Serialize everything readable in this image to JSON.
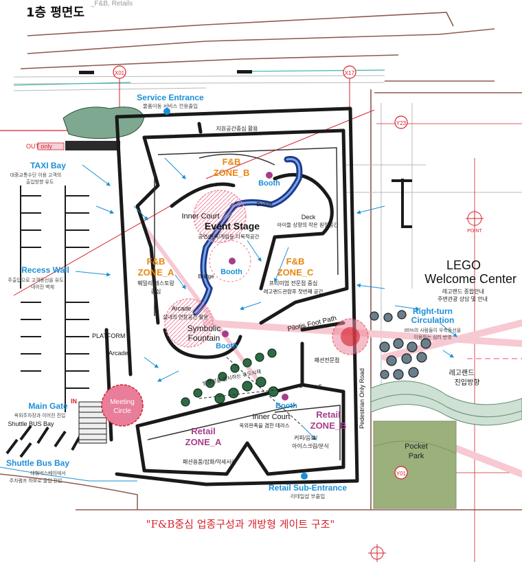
{
  "header": {
    "title": "1층 평면도",
    "subtitle": "_F&B, Retails"
  },
  "grid_markers": [
    "X01",
    "X17",
    "Y23",
    "Y01"
  ],
  "point_label": "POINT",
  "entrances": {
    "service": {
      "label": "Service Entrance",
      "sub": "물품이동 서비스 전용출입"
    },
    "retail_sub": {
      "label": "Retail Sub-Entrance",
      "sub": "리테일샵 부출입"
    },
    "out_only": "OUT only",
    "in": "IN"
  },
  "left": {
    "taxi_bay": {
      "label": "TAXI Bay",
      "sub1": "대중교통수단 이용 고객의",
      "sub2": "출입방향 유도"
    },
    "recess_wall": {
      "label": "Recess Wall",
      "sub1": "주출입으로 고객동선을 유도",
      "sub2": "내어진 벽체"
    },
    "platform": "PLATFORM",
    "arcade": "Arcade",
    "main_gate": {
      "label": "Main Gate",
      "sub": "옥외주차장과 이어진 진입"
    },
    "shuttle_small": "Shuttle BUS Bay",
    "shuttle_bay": {
      "label": "Shuttle Bus Bay",
      "sub1": "대형버스베이에서",
      "sub2": "주차램프 하부로 출입 진입"
    }
  },
  "zones": {
    "fb_b": {
      "line1": "F&B",
      "line2": "ZONE_B"
    },
    "fb_a": {
      "line1": "F&B",
      "line2": "ZONE_A",
      "sub1": "훼밀리 레스토랑",
      "sub2": "중심"
    },
    "fb_c": {
      "line1": "F&B",
      "line2": "ZONE_C",
      "sub1": "프리미엄 전문점 중심",
      "sub2": "레고랜드관람후 첫번째 공간"
    },
    "retail_a": {
      "line1": "Retail",
      "line2": "ZONE_A",
      "sub": "패션용품/잡화/악세서리"
    },
    "retail_b": {
      "line1": "Retail",
      "line2": "ZONE_B",
      "sub1": "커피/음료/",
      "sub2": "아이스크림/분식"
    }
  },
  "spaces": {
    "top_note": "지원공간중심 활용",
    "inner_court_top": "Inner Court",
    "event_stage": {
      "label": "Event Stage",
      "sub": "공연/판촉/게임등 다목적공간"
    },
    "deck": {
      "label": "Deck",
      "sub": "아이들 상향의 작은 원형공간"
    },
    "bridge": "Bridge",
    "arcade": {
      "label": "Arcade",
      "sub": "실내의 연장공간 활용"
    },
    "fountain": {
      "line1": "Symbolic",
      "line2": "Fountain"
    },
    "pilotis": "Pilotis Foot Path",
    "fashion": "패션전문점",
    "tree_line": "방향성을 암시하는 유도식재",
    "meeting": {
      "line1": "Meeting",
      "line2": "Circle"
    },
    "inner_court_bottom": {
      "label": "Inner Court",
      "sub": "옥외판촉을 겸한 테라스"
    },
    "booth": "Booth",
    "pedestrian": "Pedestrian Only Road"
  },
  "right": {
    "lego": {
      "line1": "LEGO",
      "line2": "Welcome Center",
      "sub1": "레고랜드 종합안내",
      "sub2": "주변관광 상담 및 안내"
    },
    "right_turn": {
      "line1": "Right-turn",
      "line2": "Circulation",
      "sub1": "85%의 사람들이 우측동선을",
      "sub2": "이용하는 심리 반영"
    },
    "lego_dir": {
      "line1": "레고랜드",
      "line2": "진입방향"
    },
    "pocket_park": {
      "line1": "Pocket",
      "line2": "Park"
    }
  },
  "footer_quote": "\"F&B중심 업종구성과 개방형 게이트 구조\"",
  "colors": {
    "orange": "#e8860f",
    "blue": "#1b8fd6",
    "magenta": "#a63d8a",
    "red": "#d6202a",
    "green_park": "#9bb07a",
    "road_brown": "#8c5a4e",
    "pink": "#f08aa0"
  }
}
